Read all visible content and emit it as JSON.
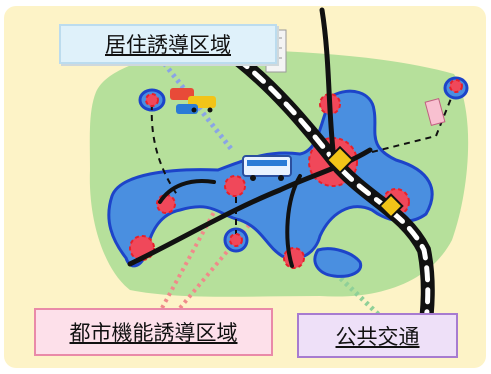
{
  "labels": {
    "housing_area": "居住誘導区域",
    "urban_function_area": "都市機能誘導区域",
    "public_transport": "公共交通"
  },
  "icons": [
    "car-cluster-icon",
    "bus-icon",
    "building-icon",
    "train-station-icon"
  ],
  "colors": {
    "background": "#fdf3c7",
    "green_area": "#a9dc93",
    "blue_zone": "#4a8fe0",
    "red_zone": "#e8202a",
    "rail": "#111111",
    "housing_dotted_line": "#8aa4e6",
    "urban_dotted_line": "#f08a8a",
    "transit_dotted_line": "#8fd098"
  }
}
